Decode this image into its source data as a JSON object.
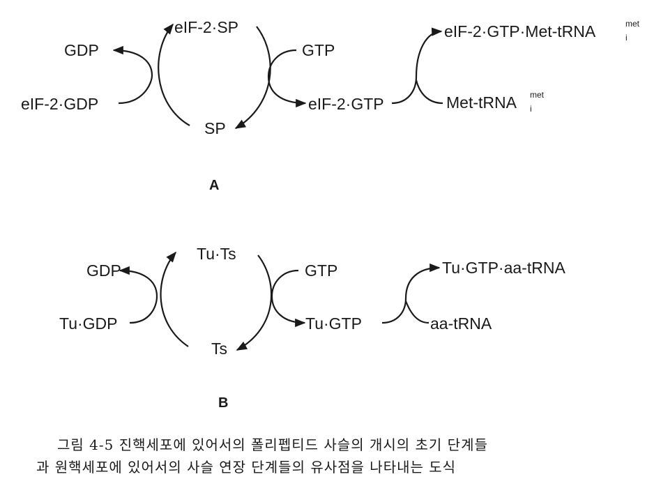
{
  "panel_a": {
    "label": "A",
    "gdp": "GDP",
    "eif2_gdp": "eIF-2·GDP",
    "eif2_sp": "eIF-2·SP",
    "sp": "SP",
    "gtp": "GTP",
    "eif2_gtp": "eIF-2·GTP",
    "ternary": "eIF-2·GTP·Met-tRNA",
    "ternary_sup": "met",
    "ternary_sub": "i",
    "met_trna": "Met-tRNA",
    "met_trna_sup": "met",
    "met_trna_sub": "i"
  },
  "panel_b": {
    "label": "B",
    "gdp": "GDP",
    "tu_gdp": "Tu·GDP",
    "tu_ts": "Tu·Ts",
    "ts": "Ts",
    "gtp": "GTP",
    "tu_gtp": "Tu·GTP",
    "ternary": "Tu·GTP·aa-tRNA",
    "aa_trna": "aa-tRNA"
  },
  "caption": {
    "line1": "그림 4-5  진핵세포에 있어서의 폴리펩티드 사슬의 개시의 초기 단계들",
    "line2": "과 원핵세포에 있어서의 사슬 연장 단계들의 유사점을 나타내는 도식"
  }
}
